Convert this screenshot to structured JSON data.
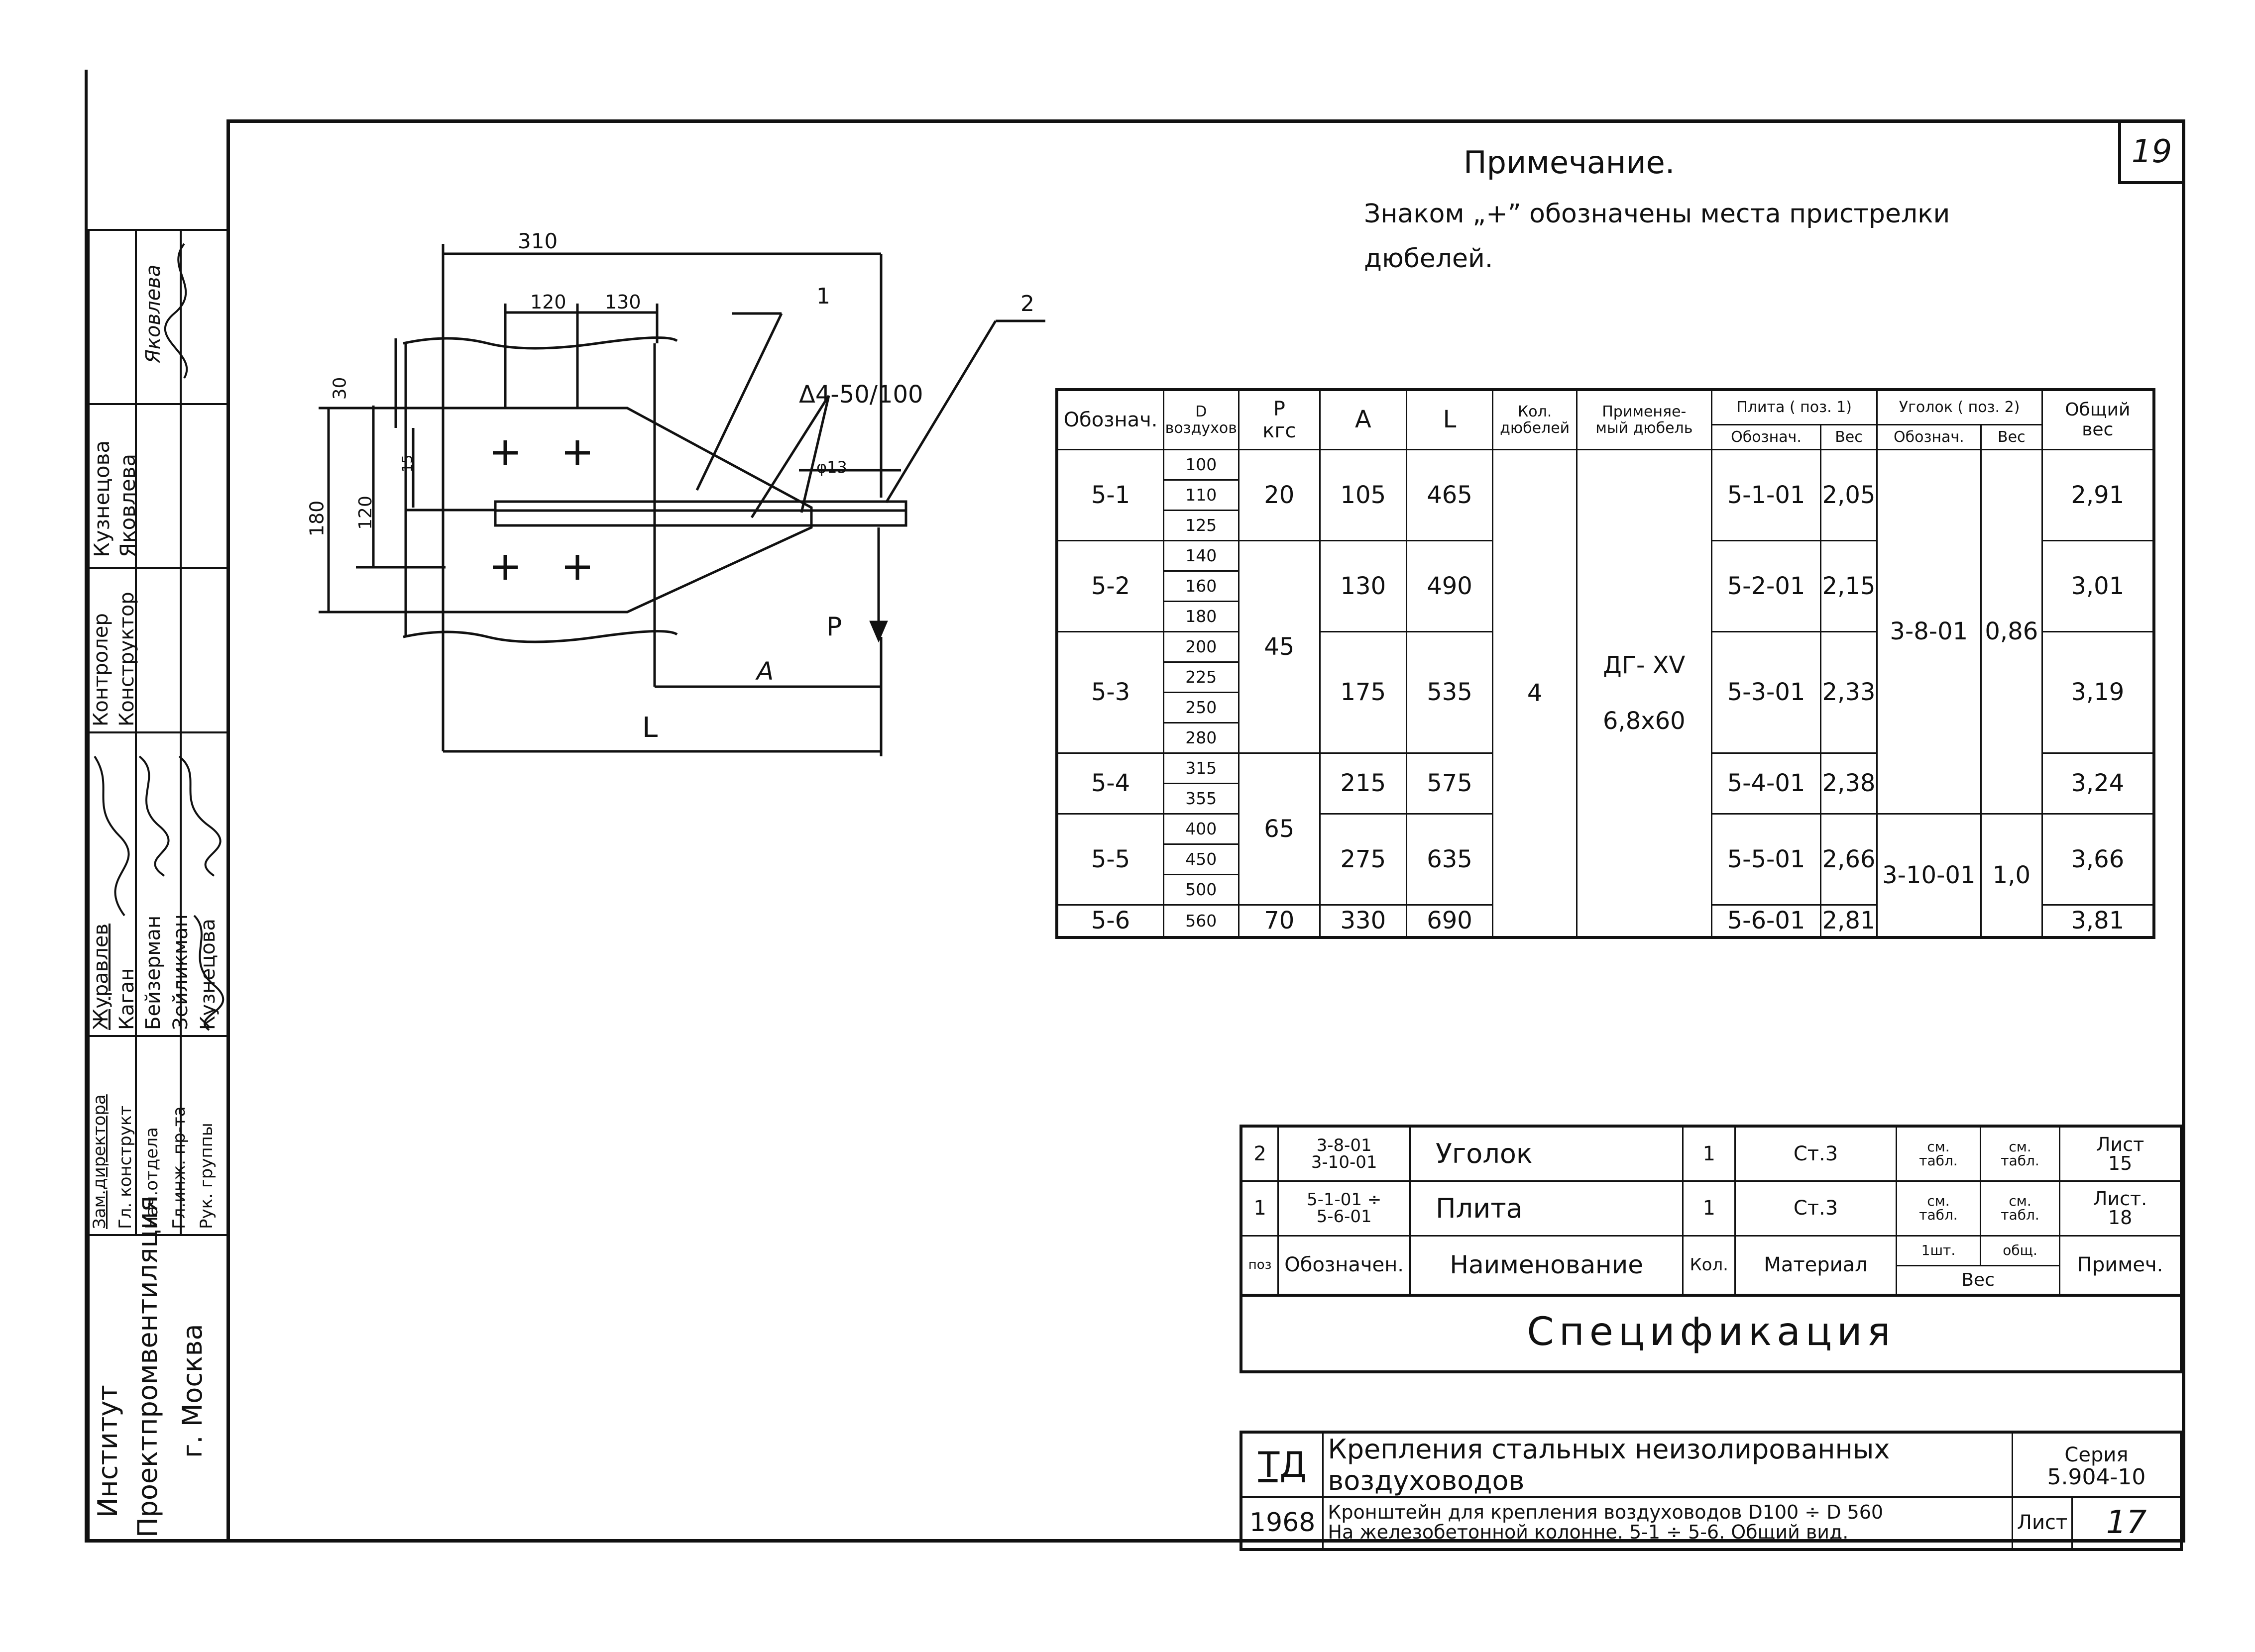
{
  "sheet_number_corner": "19",
  "note": {
    "title": "Примечание.",
    "line1": "Знаком „+” обозначены места пристрелки",
    "line2": "дюбелей."
  },
  "drawing": {
    "dim_310": "310",
    "dim_120": "120",
    "dim_130": "130",
    "dim_30": "30",
    "dim_180": "180",
    "dim_120v": "120",
    "dim_15": "15",
    "callout_1": "1",
    "callout_2": "2",
    "weld_label": "Δ4-50/100",
    "hole_label": "φ13",
    "load_label": "P",
    "dim_A": "A",
    "dim_L": "L"
  },
  "main_table": {
    "headers": {
      "designation": "Обознач.",
      "d": "D",
      "d_sub": "воздухов",
      "p": "P",
      "p_sub": "кгс",
      "a": "A",
      "l": "L",
      "count": "Кол.",
      "count_sub": "дюбелей",
      "dowel": "Применяе-",
      "dowel_sub": "мый дюбель",
      "plate": "Плита  ( поз. 1)",
      "plate_des": "Обознач.",
      "plate_w": "Вес",
      "angle": "Уголок  ( поз. 2)",
      "angle_des": "Обознач.",
      "angle_w": "Вес",
      "total": "Общий",
      "total_sub": "вес"
    },
    "rows": [
      {
        "des": "5-1",
        "d": [
          "100",
          "110",
          "125"
        ],
        "a": "105",
        "l": "465",
        "plate": "5-1-01",
        "pw": "2,05",
        "total": "2,91"
      },
      {
        "des": "5-2",
        "d": [
          "140",
          "160",
          "180"
        ],
        "a": "130",
        "l": "490",
        "plate": "5-2-01",
        "pw": "2,15",
        "total": "3,01"
      },
      {
        "des": "5-3",
        "d": [
          "200",
          "225",
          "250",
          "280"
        ],
        "a": "175",
        "l": "535",
        "plate": "5-3-01",
        "pw": "2,33",
        "total": "3,19"
      },
      {
        "des": "5-4",
        "d": [
          "315",
          "355"
        ],
        "a": "215",
        "l": "575",
        "plate": "5-4-01",
        "pw": "2,38",
        "total": "3,24"
      },
      {
        "des": "5-5",
        "d": [
          "400",
          "450",
          "500"
        ],
        "a": "275",
        "l": "635",
        "plate": "5-5-01",
        "pw": "2,66",
        "total": "3,66"
      },
      {
        "des": "5-6",
        "d": [
          "560"
        ],
        "a": "330",
        "l": "690",
        "plate": "5-6-01",
        "pw": "2,81",
        "total": "3,81"
      }
    ],
    "p_values": [
      "20",
      "45",
      "65",
      "70"
    ],
    "count_value": "4",
    "dowel_value": "ДГ- XV",
    "dowel_size": "6,8x60",
    "angle_1": "3-8-01",
    "angle_1_w": "0,86",
    "angle_2": "3-10-01",
    "angle_2_w": "1,0"
  },
  "spec_table": {
    "rows": [
      {
        "pos": "2",
        "des": "3-8-01\n3-10-01",
        "name": "Уголок",
        "qty": "1",
        "mat": "Ст.3",
        "w1": "см.\nтабл.",
        "w2": "см.\nтабл.",
        "note": "Лист\n15"
      },
      {
        "pos": "1",
        "des": "5-1-01 ÷\n5-6-01",
        "name": "Плита",
        "qty": "1",
        "mat": "Ст.3",
        "w1": "см.\nтабл.",
        "w2": "см.\nтабл.",
        "note": "Лист.\n18"
      }
    ],
    "header": {
      "pos": "поз",
      "des": "Обозначен.",
      "name": "Наименование",
      "qty": "Кол.",
      "mat": "Материал",
      "w1": "1шт.",
      "w2": "общ.",
      "w": "Вес",
      "note": "Примеч."
    },
    "title": "Спецификация"
  },
  "title_block": {
    "td": "ТД",
    "year": "1968",
    "line1": "Крепления стальных неизолированных воздуховодов",
    "line2": "Кронштейн для крепления воздуховодов D100 ÷ D 560",
    "line3": "На железобетонной колонне. 5-1 ÷ 5-6.  Общий  вид.",
    "series_label": "Серия",
    "series": "5.904-10",
    "sheet_label": "Лист",
    "sheet": "17"
  },
  "stamp": {
    "institute1": "Институт",
    "institute2": "Проектпромвентиляция",
    "city": "г. Москва",
    "roles": [
      "Зам.директора",
      "Гл. конструкт",
      "Нач.отдела",
      "Гл.инж. пр-та",
      "Рук. группы"
    ],
    "names": [
      "Журавлев",
      "Каган",
      "Бейзерман",
      "Зейликман",
      "Кузнецова"
    ],
    "roles2": [
      "Контролер",
      "Конструктор"
    ],
    "names2": [
      "Кузнецова",
      "Яковлева"
    ],
    "sig_name": "Яковлева"
  }
}
